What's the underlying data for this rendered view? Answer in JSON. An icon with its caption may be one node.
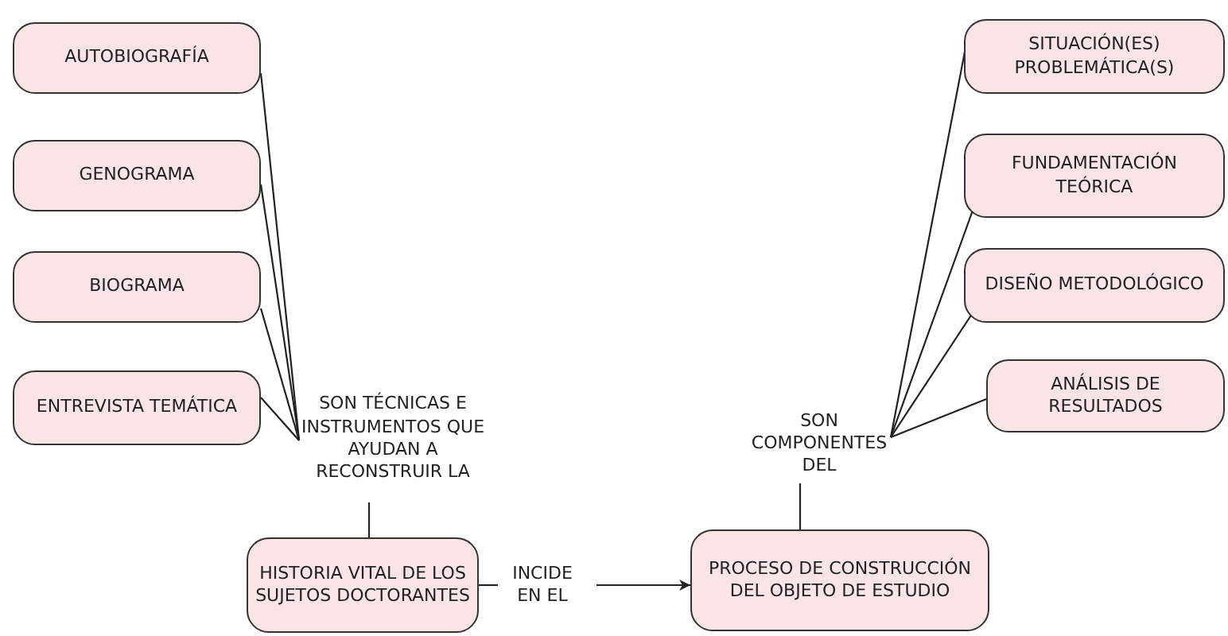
{
  "diagram": {
    "nodes": [
      {
        "text": [
          "AUTOBIOGRAFÍA"
        ]
      },
      {
        "text": [
          "GENOGRAMA"
        ]
      },
      {
        "text": [
          "BIOGRAMA"
        ]
      },
      {
        "text": [
          "ENTREVISTA TEMÁTICA"
        ]
      },
      {
        "text": [
          "SON TÉCNICAS E INSTRUMENTOS QUE AYUDAN A RECONSTRUIR LA"
        ]
      },
      {
        "text": [
          "HISTORIA VITAL DE LOS SUJETOS DOCTORANTES"
        ]
      },
      {
        "text": [
          "INCIDE EN EL"
        ]
      },
      {
        "text": [
          "PROCESO DE CONSTRUCCIÓN DEL OBJETO DE ESTUDIO"
        ]
      },
      {
        "text": [
          "SON COMPONENTES DEL"
        ]
      },
      {
        "text": [
          "SITUACIÓN(ES) PROBLEMÁTICA(S)"
        ]
      },
      {
        "text": [
          "FUNDAMENTACIÓN TEÓRICA"
        ]
      },
      {
        "text": [
          "DISEÑO METODOLÓGICO"
        ]
      },
      {
        "text": [
          "ANÁLISIS DE RESULTADOS"
        ]
      }
    ],
    "edges": [
      {
        "from": 0,
        "to": 4,
        "arrow": "none"
      },
      {
        "from": 1,
        "to": 4,
        "arrow": "none"
      },
      {
        "from": 2,
        "to": 4,
        "arrow": "none"
      },
      {
        "from": 3,
        "to": 4,
        "arrow": "none"
      },
      {
        "from": 4,
        "to": 5,
        "arrow": "none"
      },
      {
        "from": 5,
        "to": 6,
        "arrow": "none"
      },
      {
        "from": 6,
        "to": 7,
        "arrow": "to"
      },
      {
        "from": 7,
        "to": 8,
        "arrow": "none"
      },
      {
        "from": 8,
        "to": 9,
        "arrow": "none"
      },
      {
        "from": 8,
        "to": 10,
        "arrow": "none"
      },
      {
        "from": 8,
        "to": 11,
        "arrow": "none"
      },
      {
        "from": 8,
        "to": 12,
        "arrow": "none"
      }
    ]
  }
}
